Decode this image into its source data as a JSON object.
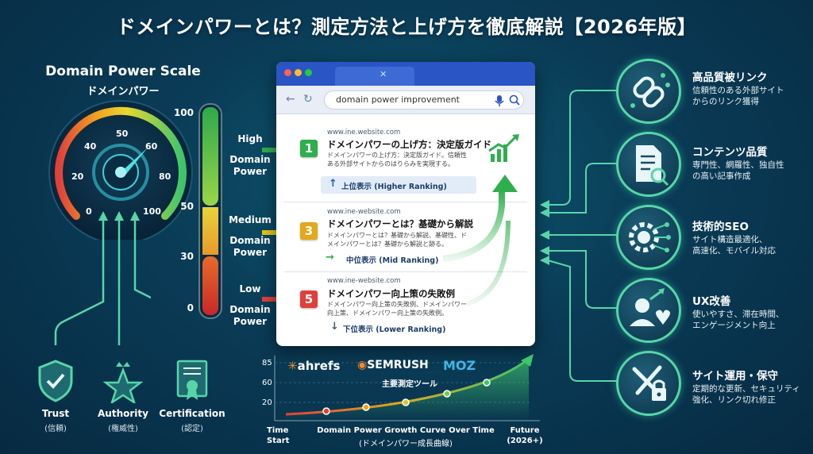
{
  "title": "ドメインパワーとは？測定方法と上げ方を徹底解説【2026年版】",
  "scale": {
    "title": "Domain Power Scale",
    "subtitle": "ドメインパワー",
    "gauge_ticks": [
      "0",
      "20",
      "40",
      "50",
      "60",
      "80",
      "100"
    ],
    "bar_numbers": [
      "100",
      "50",
      "30",
      "0"
    ],
    "levels": [
      {
        "name": "High",
        "label": "Domain Power"
      },
      {
        "name": "Medium",
        "label": "Domain Power"
      },
      {
        "name": "Low",
        "label": "Domain Power"
      }
    ]
  },
  "browser": {
    "search_text": "domain power improvement",
    "results": [
      {
        "rank": "1",
        "url": "www.ine.website.com",
        "title": "ドメインパワーの上げ方：決定版ガイド",
        "desc1": "ドメインパワーの上げ方：決定版ガイド。信頼性",
        "desc2": "ある外部サイトからのはりらみを実現する。",
        "label": "上位表示 (Higher Ranking)",
        "color": "#2fae4e"
      },
      {
        "rank": "3",
        "url": "www.ine-website.com",
        "title": "ドメインパワーとは？基礎から解説",
        "desc1": "ドメインパワーとは？基礎から解説、基礎性、ド",
        "desc2": "メインパワーとは？基礎から解説と跡る。",
        "label": "中位表示 (Mid Ranking)",
        "color": "#e3a81b"
      },
      {
        "rank": "5",
        "url": "www.ine-website.com",
        "title": "ドメインパワー向上策の失敗例",
        "desc1": "ドメインパワー向上策の失敗例、ドメインパワー",
        "desc2": "向上策、ドメインパワー向上策の失敗例。",
        "label": "下位表示 (Lower Ranking)",
        "color": "#e0403a"
      }
    ]
  },
  "factors": [
    {
      "icon": "link-icon",
      "title": "高品質被リンク",
      "desc1": "信頼性のある外部サイト",
      "desc2": "からのリンク獲得"
    },
    {
      "icon": "document-icon",
      "title": "コンテンツ品質",
      "desc1": "専門性、網羅性、独自性",
      "desc2": "の高い記事作成"
    },
    {
      "icon": "gear-icon",
      "title": "技術的SEO",
      "desc1": "サイト構造最適化、",
      "desc2": "高速化、モバイル対応"
    },
    {
      "icon": "user-heart-icon",
      "title": "UX改善",
      "desc1": "使いやすさ、滞在時間、",
      "desc2": "エンゲージメント向上"
    },
    {
      "icon": "tools-icon",
      "title": "サイト運用・保守",
      "desc1": "定期的な更新、セキュリティ",
      "desc2": "強化、リンク切れ修正"
    }
  ],
  "bottom_icons": [
    {
      "icon": "shield-check-icon",
      "label": "Trust",
      "sub": "(信頼)"
    },
    {
      "icon": "star-crown-icon",
      "label": "Authority",
      "sub": "(権威性)"
    },
    {
      "icon": "certificate-icon",
      "label": "Certification",
      "sub": "(認定)"
    }
  ],
  "tools": {
    "names": [
      "ahrefs",
      "SEMRUSH",
      "MOZ"
    ],
    "caption": "主要測定ツール"
  },
  "chart_data": {
    "type": "line",
    "title": "Domain Power Growth Curve Over Time",
    "subtitle": "(ドメインパワー成長曲線)",
    "yticks": [
      "85",
      "60",
      "20"
    ],
    "x_start": "Time",
    "x_start2": "Start",
    "x_end": "Future",
    "x_end2": "(2026+)"
  },
  "colors": {
    "accent": "#56d6a8",
    "high": "#2fae4e",
    "mid": "#e3a81b",
    "low": "#e0403a"
  }
}
